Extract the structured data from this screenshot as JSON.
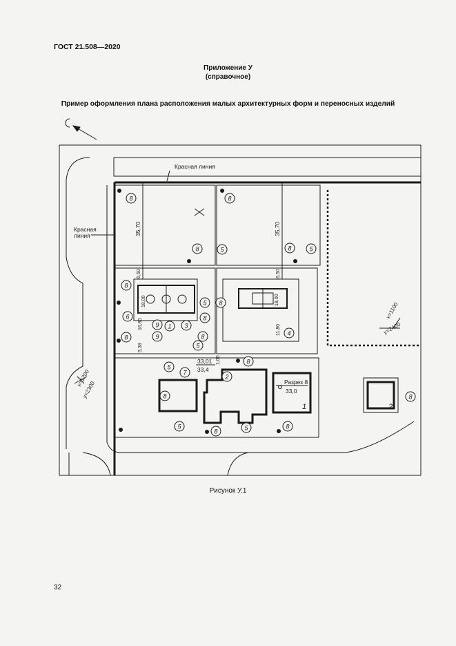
{
  "header": {
    "standard": "ГОСТ 21.508—2020"
  },
  "appendix": {
    "title": "Приложение У",
    "subtitle": "(справочное)"
  },
  "figure": {
    "title": "Пример оформления плана расположения малых архитектурных форм и переносных изделий",
    "caption": "Рисунок У.1"
  },
  "plan": {
    "red_line_top": "Красная линия",
    "red_line_left_1": "Красная",
    "red_line_left_2": "линия",
    "dim_35_70": "35,70",
    "dim_6_50": "6,50",
    "dim_18_00": "18,00",
    "dim_16_80": "16,80",
    "dim_11_80": "11,80",
    "dim_5_38": "5,38",
    "dim_1_00": "1,00",
    "coord_x1100": "x=1100",
    "coord_y2400": "y=2400",
    "coord_x1200": "x=1200",
    "coord_y2300": "y=2300",
    "elev_33_01": "33,01",
    "elev_33_4": "33,4",
    "elev_33_0": "33,0",
    "razed": "Разрез 8",
    "bld_1": "1",
    "bld_2": "2",
    "north": "С"
  },
  "page": {
    "number": "32"
  }
}
